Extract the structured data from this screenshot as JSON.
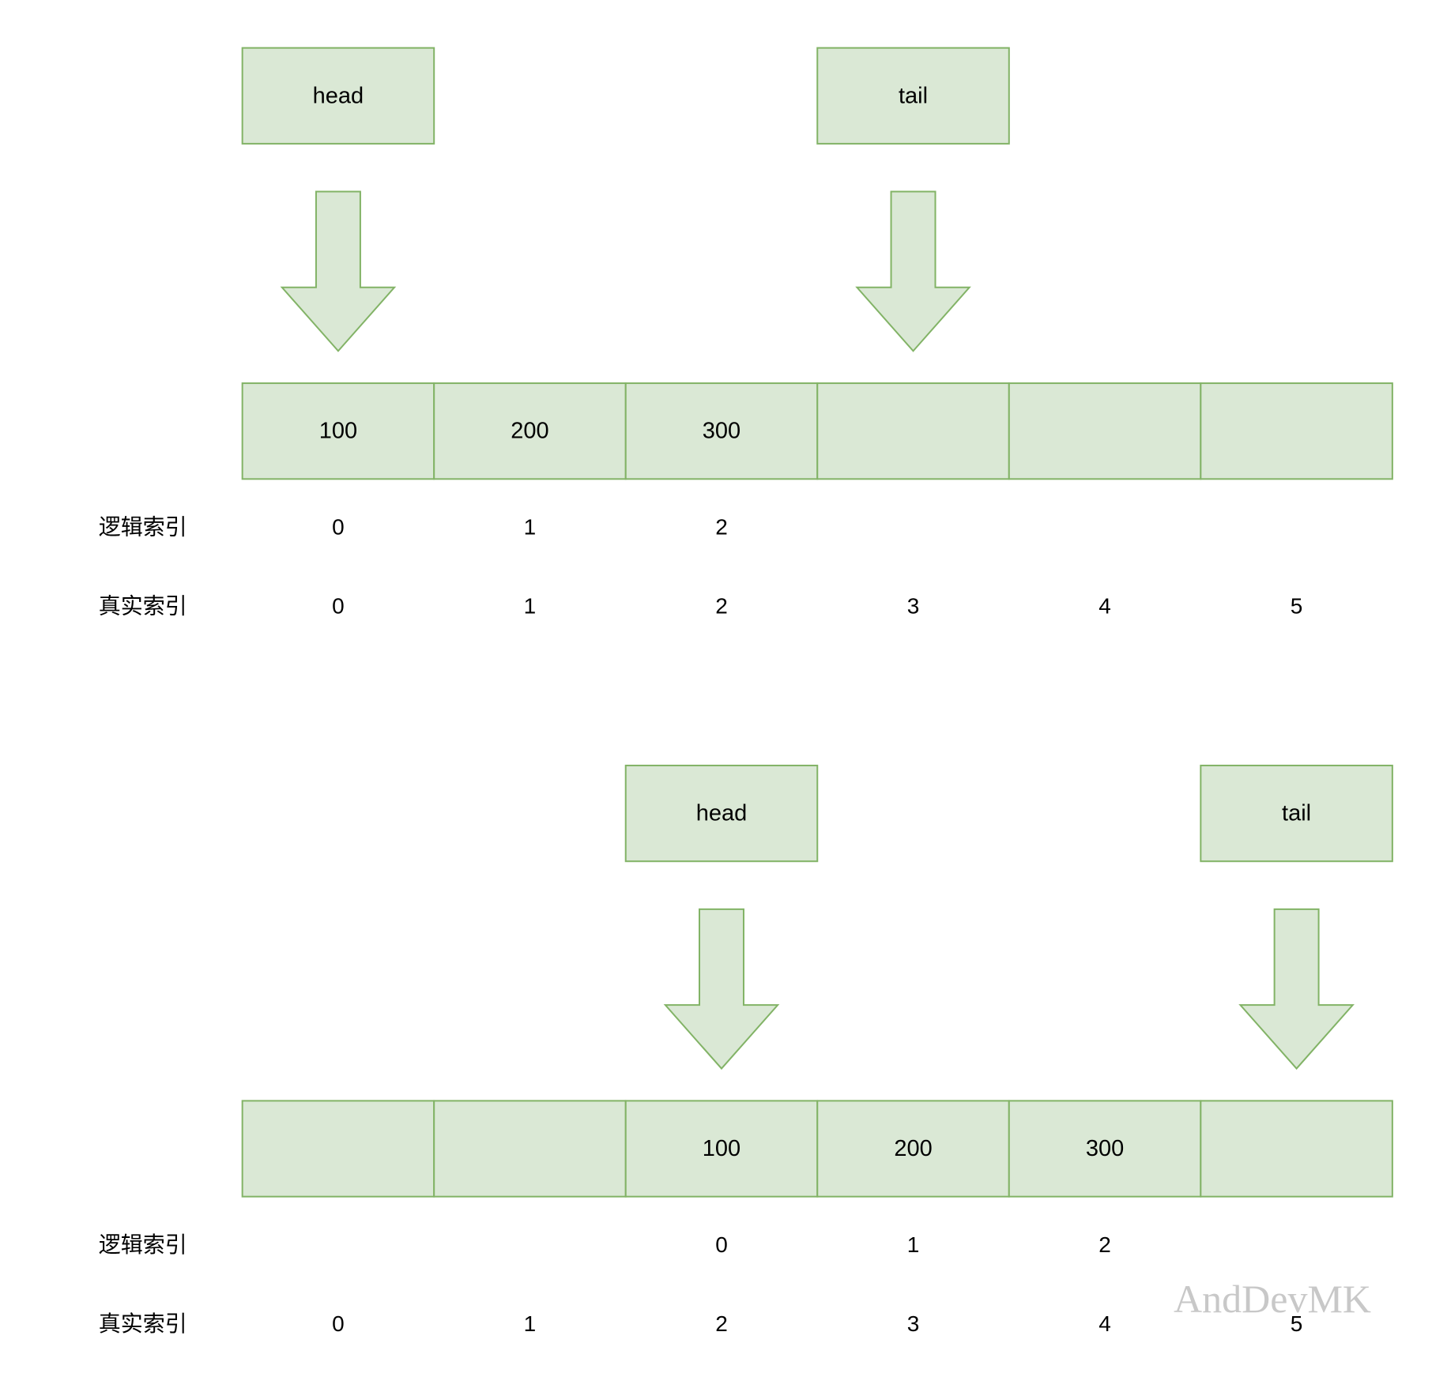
{
  "colors": {
    "fill": "#dae8d5",
    "stroke": "#82b366"
  },
  "panels": [
    {
      "pointers": [
        {
          "label": "head",
          "cell": 0
        },
        {
          "label": "tail",
          "cell": 3
        }
      ],
      "cells": [
        "100",
        "200",
        "300",
        "",
        "",
        ""
      ],
      "logical_label": "逻辑索引",
      "logical_index": [
        "0",
        "1",
        "2",
        "",
        "",
        ""
      ],
      "real_label": "真实索引",
      "real_index": [
        "0",
        "1",
        "2",
        "3",
        "4",
        "5"
      ]
    },
    {
      "pointers": [
        {
          "label": "head",
          "cell": 2
        },
        {
          "label": "tail",
          "cell": 5
        }
      ],
      "cells": [
        "",
        "",
        "100",
        "200",
        "300",
        ""
      ],
      "logical_label": "逻辑索引",
      "logical_index": [
        "",
        "",
        "0",
        "1",
        "2",
        ""
      ],
      "real_label": "真实索引",
      "real_index": [
        "0",
        "1",
        "2",
        "3",
        "4",
        "5"
      ]
    }
  ],
  "watermark": "AndDevMK"
}
